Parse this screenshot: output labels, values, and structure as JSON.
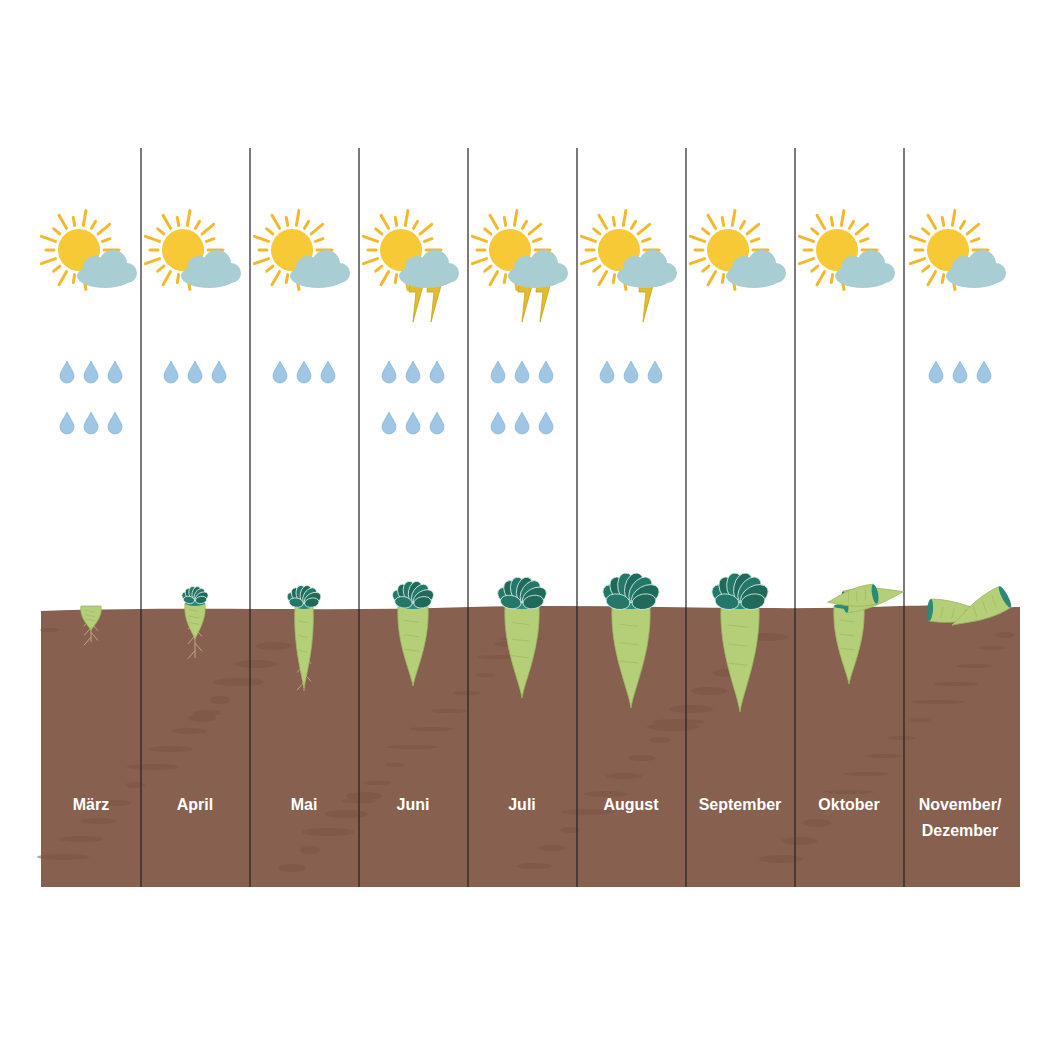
{
  "diagram": {
    "labels": [
      "März",
      "April",
      "Mai",
      "Juni",
      "Juli",
      "August",
      "September",
      "Oktober",
      "November/ Dezember"
    ]
  }
}
